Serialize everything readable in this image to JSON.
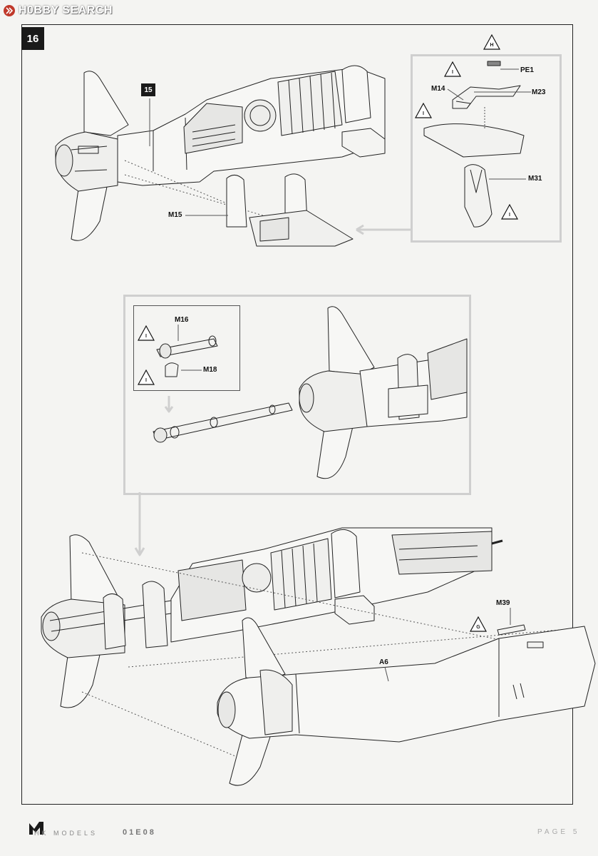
{
  "watermark": {
    "text": "H0BBY SEARCH"
  },
  "step": {
    "number": "16",
    "ref_step": "15"
  },
  "part_labels": {
    "m15": "M15",
    "pe1": "PE1",
    "m14": "M14",
    "m23": "M23",
    "m31": "M31",
    "m16": "M16",
    "m18": "M18",
    "m39": "M39",
    "a6": "A6"
  },
  "glue_symbols": {
    "i": "I",
    "h": "H",
    "g": "G"
  },
  "footer": {
    "brand": "HK MODELS",
    "code": "01E08",
    "page": "PAGE 5"
  },
  "colors": {
    "ink": "#1a1a1a",
    "guide": "#cfcfcf",
    "fill": "#f4f4f2"
  }
}
